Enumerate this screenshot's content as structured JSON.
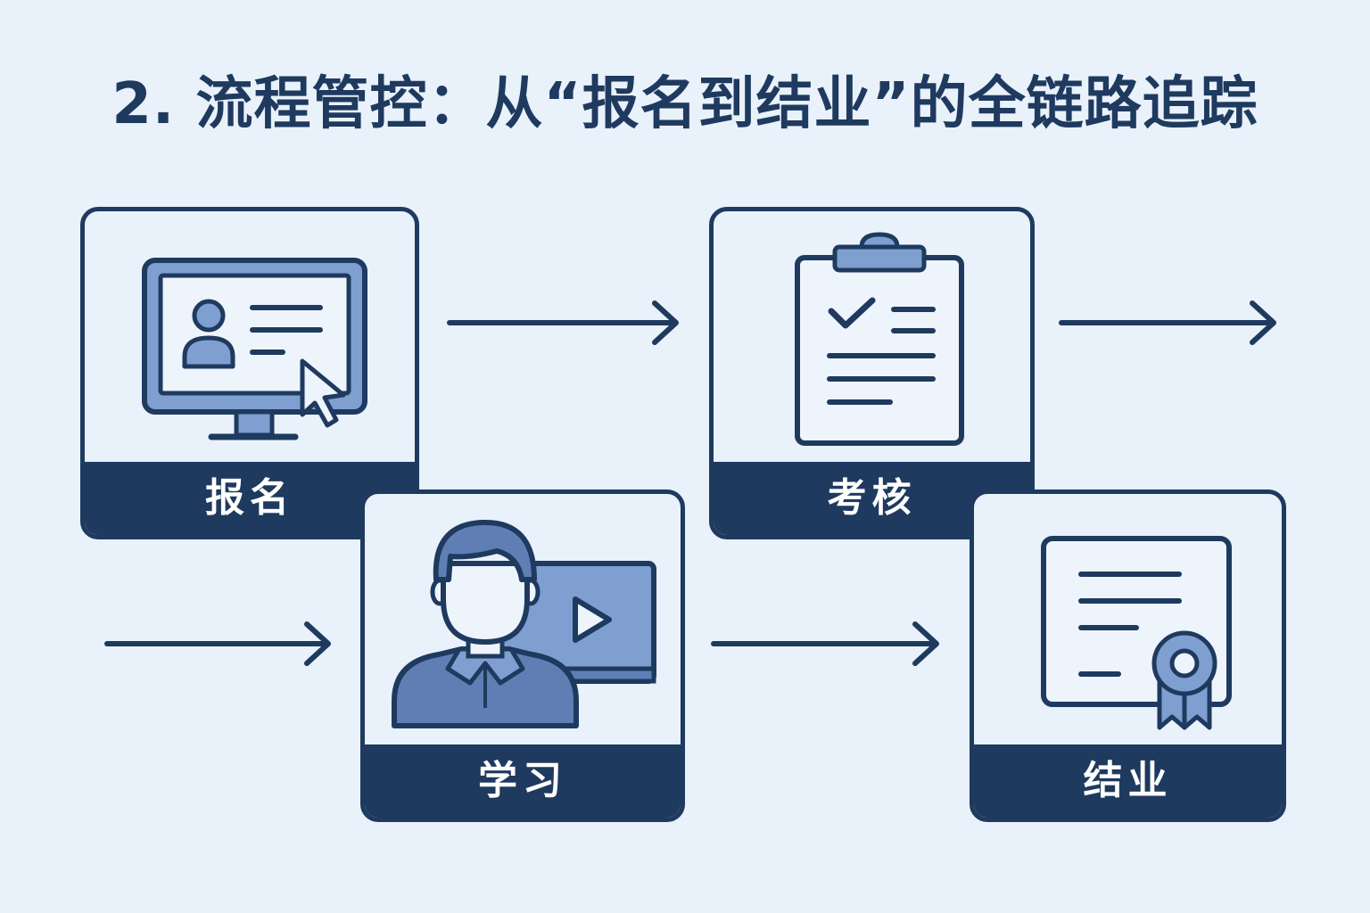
{
  "title": "2. 流程管控：从“报名到结业”的全链路追踪",
  "steps": [
    {
      "label": "报名",
      "icon": "computer-registration-icon"
    },
    {
      "label": "学习",
      "icon": "video-learning-icon"
    },
    {
      "label": "考核",
      "icon": "clipboard-check-icon"
    },
    {
      "label": "结业",
      "icon": "certificate-icon"
    }
  ],
  "colors": {
    "primary": "#1f3a5f",
    "accent": "#7f9fd0",
    "background": "#e9f1fa"
  }
}
